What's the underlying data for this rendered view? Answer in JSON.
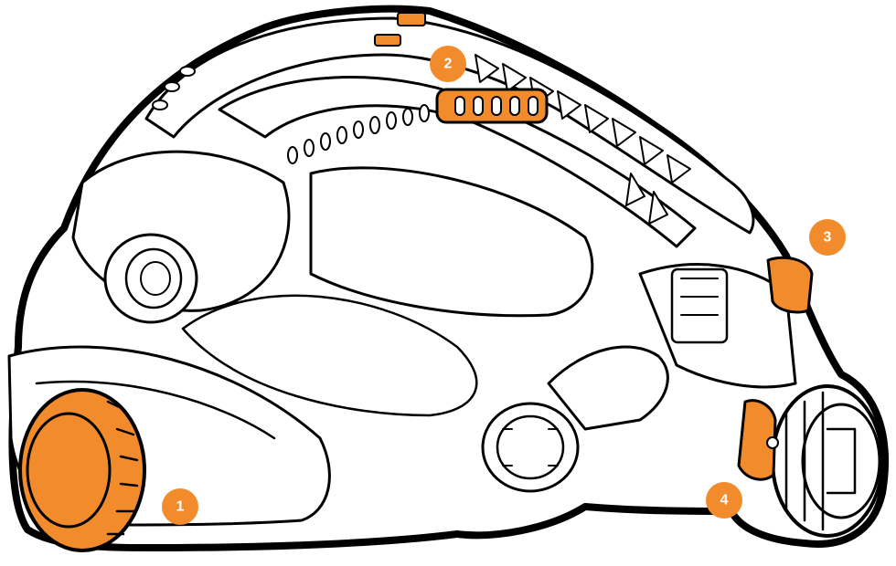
{
  "colors": {
    "accent": "#F28B2C",
    "outline": "#000000",
    "fill": "#FFFFFF"
  },
  "callouts": [
    {
      "label": "1",
      "part": "rear-ratchet-knob"
    },
    {
      "label": "2",
      "part": "crown-strap-adjuster"
    },
    {
      "label": "3",
      "part": "upper-pivot-lock"
    },
    {
      "label": "4",
      "part": "tilt-lever"
    }
  ]
}
